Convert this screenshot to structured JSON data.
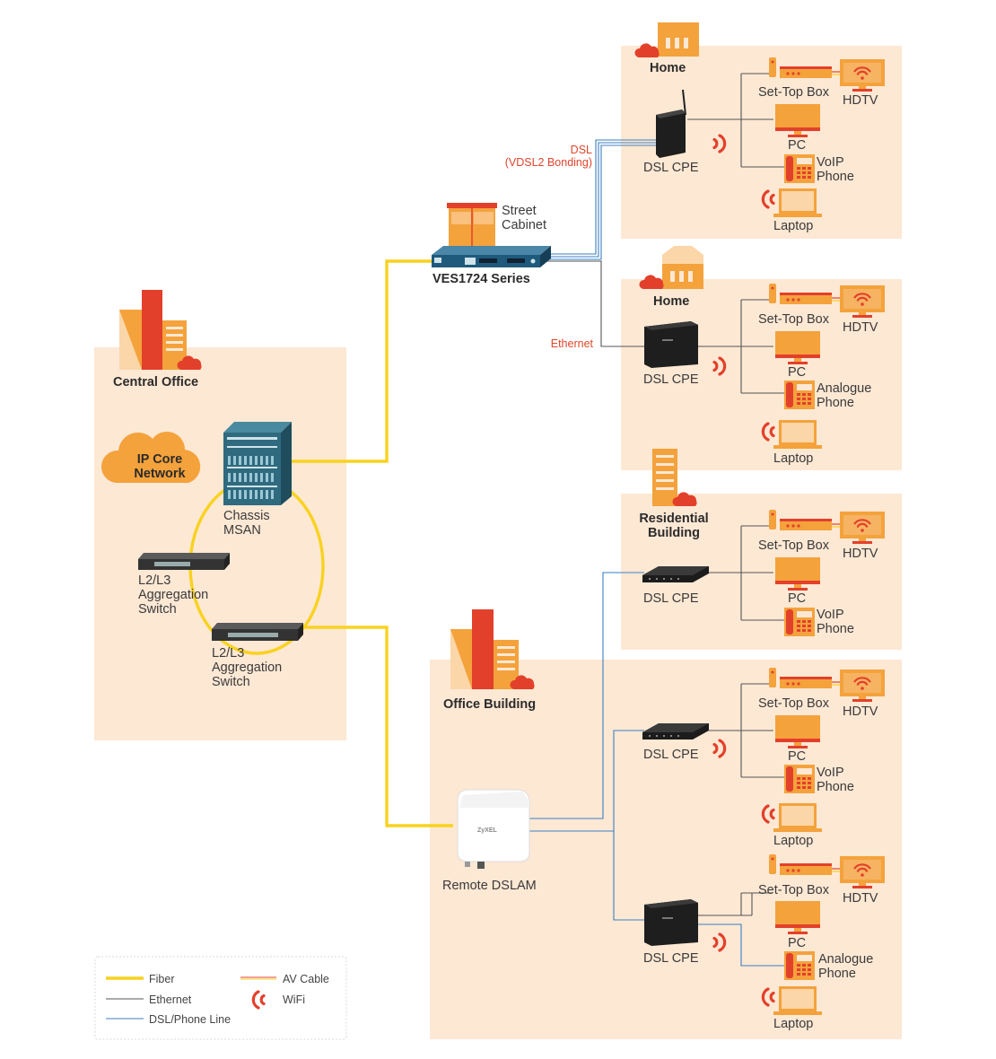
{
  "colors": {
    "zone_bg": "#fde8d4",
    "orange": "#f4a23c",
    "red": "#e3402b",
    "fiber": "#f8d21f",
    "ethernet": "#555555",
    "dsl_line": "#3a7fc1",
    "wifi": "#e3402b",
    "device_dark": "#2c2c2c",
    "msan_blue": "#2f6a7f"
  },
  "zones": {
    "central_office": "Central Office",
    "office_building": "Office Building",
    "home_1": "Home",
    "home_2": "Home",
    "residential": "Residential Building"
  },
  "core": {
    "cloud": [
      "IP Core",
      "Network"
    ],
    "msan": [
      "Chassis",
      "MSAN"
    ],
    "switch_1": [
      "L2/L3",
      "Aggregation",
      "Switch"
    ],
    "switch_2": [
      "L2/L3",
      "Aggregation",
      "Switch"
    ]
  },
  "cabinet": {
    "label": [
      "Street",
      "Cabinet"
    ],
    "device": "VES1724 Series"
  },
  "links": {
    "dsl": [
      "DSL",
      "(VDSL2 Bonding)"
    ],
    "ethernet": "Ethernet"
  },
  "remote_dslam": "Remote DSLAM",
  "clusters": [
    {
      "cpe": "DSL CPE",
      "stb": "Set-Top Box",
      "tv": "HDTV",
      "pc": "PC",
      "phone": [
        "VoIP",
        "Phone"
      ],
      "laptop": "Laptop"
    },
    {
      "cpe": "DSL CPE",
      "stb": "Set-Top Box",
      "tv": "HDTV",
      "pc": "PC",
      "phone": [
        "Analogue",
        "Phone"
      ],
      "laptop": "Laptop"
    },
    {
      "cpe": "DSL CPE",
      "stb": "Set-Top Box",
      "tv": "HDTV",
      "pc": "PC",
      "phone": [
        "VoIP",
        "Phone"
      ],
      "laptop": ""
    },
    {
      "cpe": "DSL CPE",
      "stb": "Set-Top Box",
      "tv": "HDTV",
      "pc": "PC",
      "phone": [
        "VoIP",
        "Phone"
      ],
      "laptop": "Laptop"
    },
    {
      "cpe": "DSL CPE",
      "stb": "Set-Top Box",
      "tv": "HDTV",
      "pc": "PC",
      "phone": [
        "Analogue",
        "Phone"
      ],
      "laptop": "Laptop"
    }
  ],
  "legend": {
    "fiber": "Fiber",
    "ethernet": "Ethernet",
    "dsl": "DSL/Phone Line",
    "av": "AV Cable",
    "wifi": "WiFi"
  }
}
